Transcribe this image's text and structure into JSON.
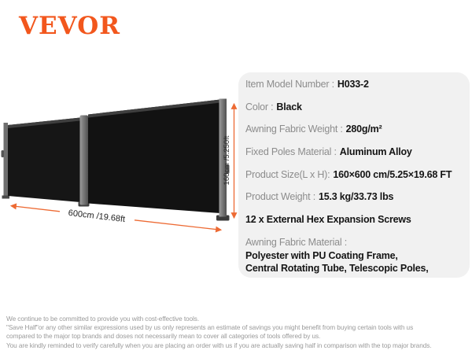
{
  "brand": {
    "logo_text": "VEVOR",
    "logo_color": "#F2571D"
  },
  "diagram": {
    "width_label": "600cm /19.68ft",
    "height_label": "160cm /5.250ft",
    "arrow_color": "#ED6A33",
    "awning_color": "#141414",
    "pole_color": "#6f6f6f"
  },
  "specs": {
    "rows": [
      {
        "label": "Item Model Number :",
        "value": "H033-2"
      },
      {
        "label": "Color :",
        "value": "Black"
      },
      {
        "label": "Awning Fabric Weight :",
        "value": "280g/m²"
      },
      {
        "label": "Fixed Poles Material :",
        "value": "Aluminum Alloy"
      },
      {
        "label": "Product Size(L x H):",
        "value": "160×600 cm/5.25×19.68 FT"
      },
      {
        "label": "Product Weight :",
        "value": "15.3 kg/33.73 lbs"
      },
      {
        "label": "",
        "value": "12 x External Hex Expansion Screws"
      }
    ],
    "material": {
      "label": "Awning Fabric Material :",
      "line1": "Polyester with PU Coating Frame,",
      "line2": "Central Rotating Tube, Telescopic Poles,"
    }
  },
  "footer": {
    "lines": [
      "We continue to be committed to provide you with cost-effective tools.",
      "\"Save Half\"or any other similar expressions used by us only represents an estimate of savings you might benefit from buying certain tools with us",
      "compared to the major top brands and doses not necessarily mean to cover all categories of tools offered by us.",
      "You are kindly reminded to verify carefully when you are placing an order with us if you are actually saving half in comparison with the top major brands."
    ]
  }
}
